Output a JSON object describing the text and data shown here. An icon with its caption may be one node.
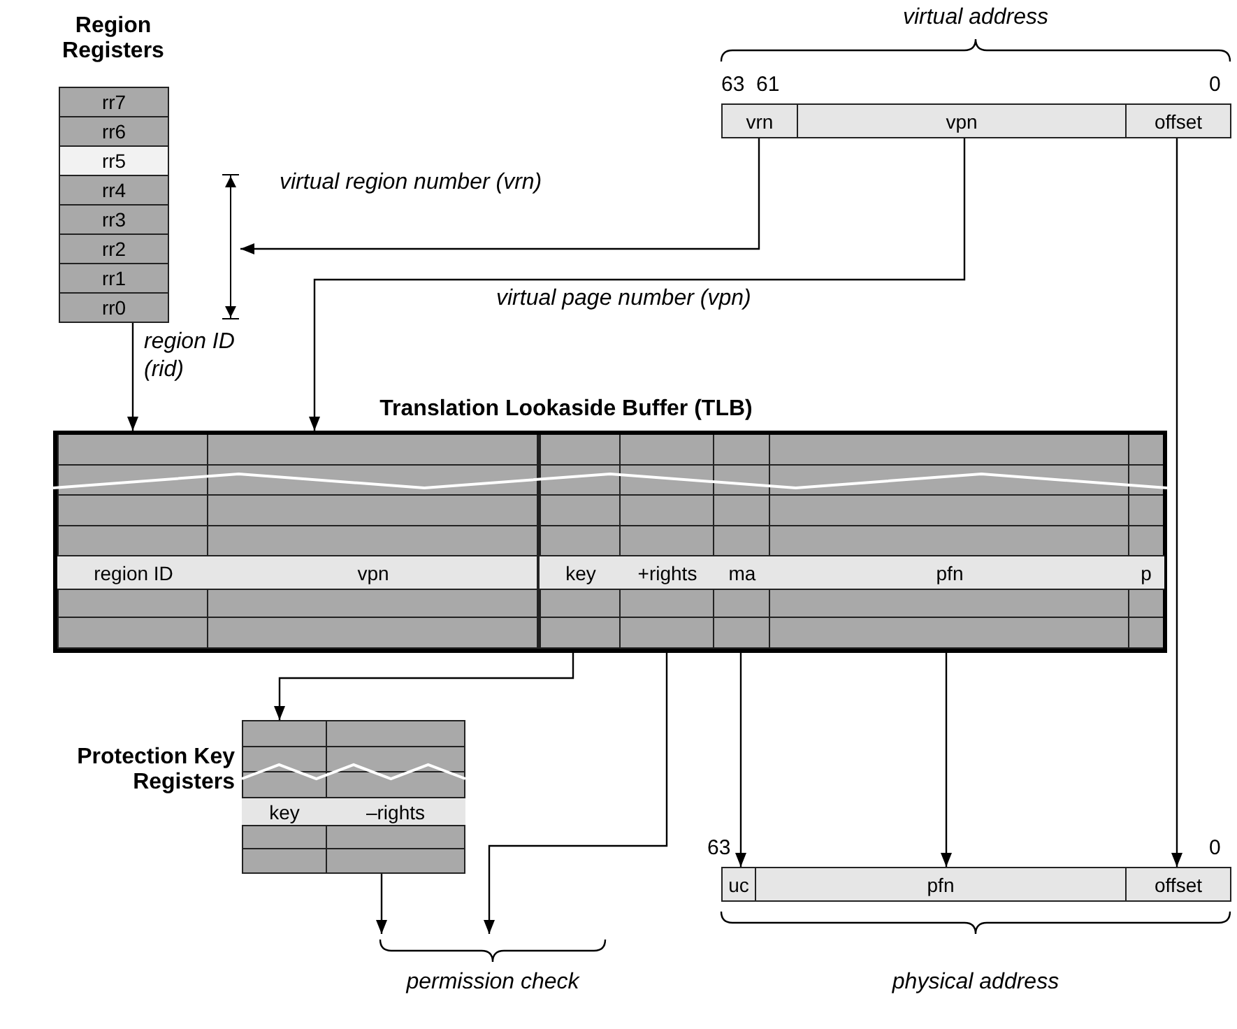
{
  "diagram": {
    "nodes": [
      {
        "text": [
          "Region Registers"
        ]
      },
      {
        "text": [
          "rr7"
        ],
        "in": 0
      },
      {
        "text": [
          "rr6"
        ],
        "in": 0
      },
      {
        "text": [
          "rr5"
        ],
        "in": 0
      },
      {
        "text": [
          "rr4"
        ],
        "in": 0
      },
      {
        "text": [
          "rr3"
        ],
        "in": 0
      },
      {
        "text": [
          "rr2"
        ],
        "in": 0
      },
      {
        "text": [
          "rr1"
        ],
        "in": 0
      },
      {
        "text": [
          "rr0"
        ],
        "in": 0
      },
      {
        "text": [
          "virtual address"
        ]
      },
      {
        "text": [
          "vrn"
        ],
        "in": 9
      },
      {
        "text": [
          "vpn"
        ],
        "in": 9
      },
      {
        "text": [
          "offset"
        ],
        "in": 9
      },
      {
        "text": [
          "Translation Lookaside Buffer (TLB)"
        ]
      },
      {
        "text": [
          "region ID"
        ],
        "in": 13
      },
      {
        "text": [
          "vpn"
        ],
        "in": 13
      },
      {
        "text": [
          "key"
        ],
        "in": 13
      },
      {
        "text": [
          "+rights"
        ],
        "in": 13
      },
      {
        "text": [
          "ma"
        ],
        "in": 13
      },
      {
        "text": [
          "pfn"
        ],
        "in": 13
      },
      {
        "text": [
          "p"
        ],
        "in": 13
      },
      {
        "text": [
          "Protection Key Registers"
        ]
      },
      {
        "text": [
          "key"
        ],
        "in": 21
      },
      {
        "text": [
          "–rights"
        ],
        "in": 21
      },
      {
        "text": [
          "physical address"
        ]
      },
      {
        "text": [
          "uc"
        ],
        "in": 24
      },
      {
        "text": [
          "pfn"
        ],
        "in": 24
      },
      {
        "text": [
          "offset"
        ],
        "in": 24
      },
      {
        "text": [
          "permission check"
        ]
      }
    ],
    "edges": [
      {
        "from": 10,
        "to": 0,
        "arrow": "to",
        "label": "virtual region number (vrn)"
      },
      {
        "from": 11,
        "to": 13,
        "arrow": "to",
        "label": "virtual page number (vpn)"
      },
      {
        "from": 0,
        "to": 13,
        "arrow": "to",
        "label": "region ID (rid)"
      },
      {
        "from": 12,
        "to": 27,
        "arrow": "to"
      },
      {
        "from": 16,
        "to": 21,
        "arrow": "to"
      },
      {
        "from": 17,
        "to": 28,
        "arrow": "to"
      },
      {
        "from": 18,
        "to": 25,
        "arrow": "to"
      },
      {
        "from": 19,
        "to": 26,
        "arrow": "to"
      },
      {
        "from": 21,
        "to": 28,
        "arrow": "to"
      }
    ],
    "labels": [
      "63",
      "61",
      "0",
      "63",
      "0"
    ]
  }
}
